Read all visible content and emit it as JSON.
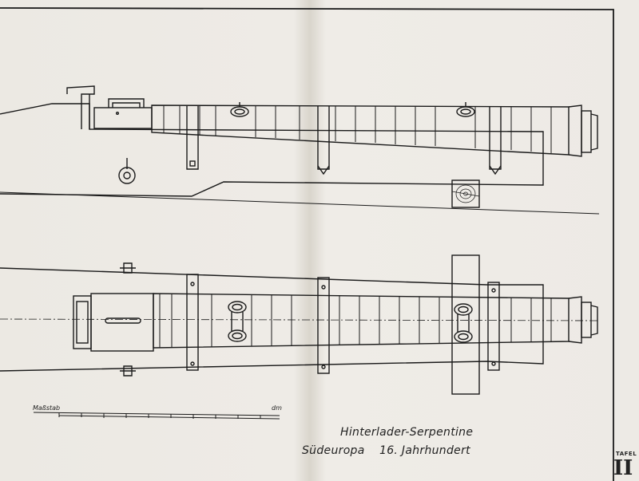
{
  "labels": {
    "scale_start": "Maßstab",
    "scale_end": "dm",
    "title": "Hinterlader-Serpentine",
    "region": "Südeuropa",
    "century": "16. Jahrhundert",
    "plate_word": "TAFEL",
    "plate_number": "II"
  },
  "colors": {
    "ink": "#1a1a1a",
    "paper": "#ece9e3"
  }
}
